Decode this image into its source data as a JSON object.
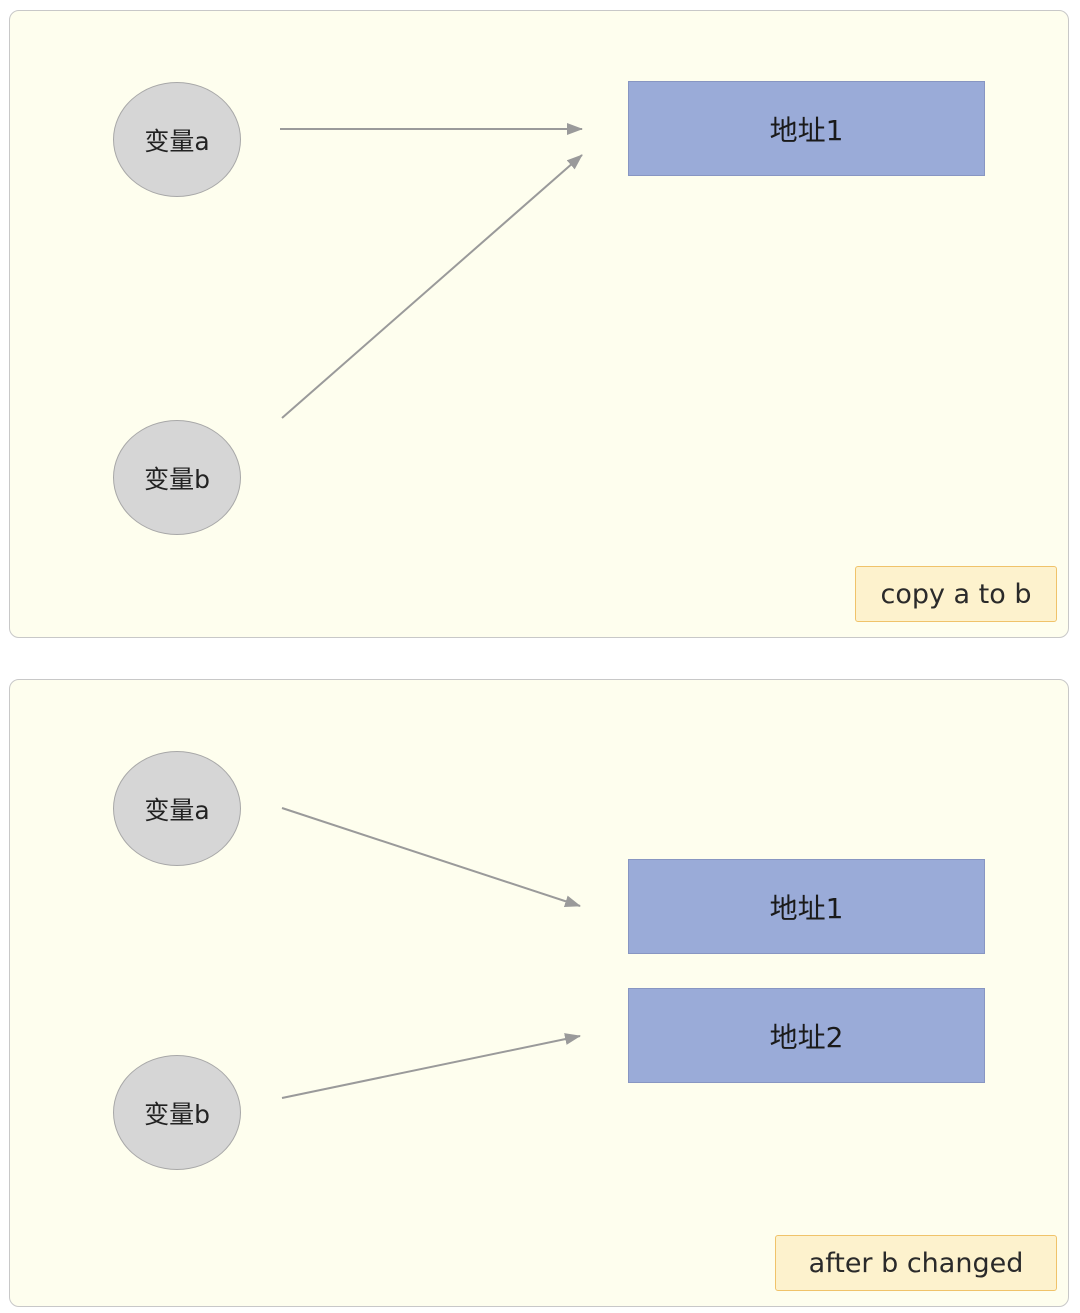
{
  "panels": [
    {
      "variables": [
        "变量a",
        "变量b"
      ],
      "addresses": [
        "地址1"
      ],
      "caption": "copy a to b"
    },
    {
      "variables": [
        "变量a",
        "变量b"
      ],
      "addresses": [
        "地址1",
        "地址2"
      ],
      "caption": "after b changed"
    }
  ],
  "colors": {
    "panel_bg": "#fefeee",
    "panel_border": "#c8c8c8",
    "node_fill": "#d6d6d6",
    "address_fill": "#9aabd8",
    "caption_fill": "#fdf2cd",
    "caption_border": "#f0c36a",
    "arrow": "#9a9a9a"
  }
}
